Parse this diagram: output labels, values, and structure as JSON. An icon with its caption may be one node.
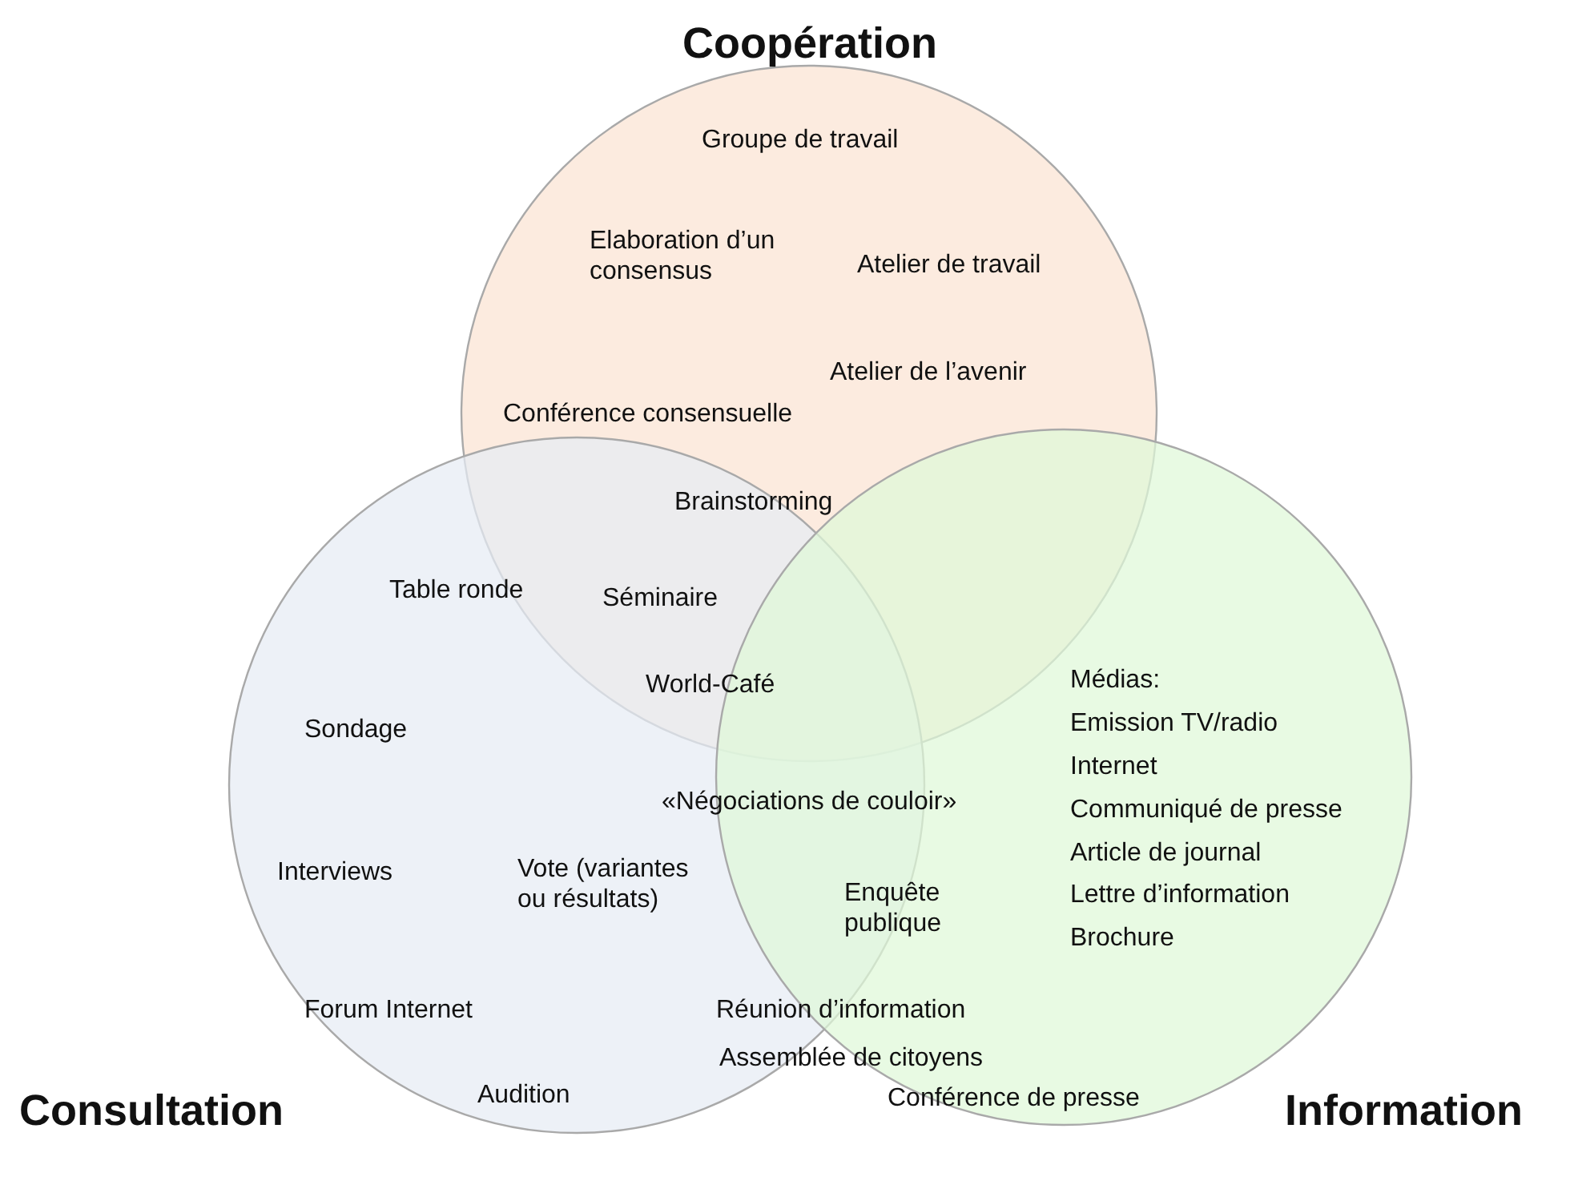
{
  "diagram": {
    "nodes": [
      {
        "text": [
          "Coopération"
        ]
      },
      {
        "text": [
          "Consultation"
        ]
      },
      {
        "text": [
          "Information"
        ]
      }
    ],
    "labels": [
      "Groupe de travail",
      "Elaboration d’un consensus",
      "Atelier de travail",
      "Atelier de l’avenir",
      "Conférence consensuelle",
      "Brainstorming",
      "Table ronde",
      "Séminaire",
      "World-Café",
      "Sondage",
      "Médias:",
      "Emission TV/radio",
      "Internet",
      "«Négociations de couloir»",
      "Communiqué de presse",
      "Interviews",
      "Vote (variantes ou résultats)",
      "Article de journal",
      "Enquête publique",
      "Lettre d’information",
      "Brochure",
      "Forum Internet",
      "Réunion d’information",
      "Assemblée de citoyens",
      "Audition",
      "Conférence de presse"
    ]
  }
}
